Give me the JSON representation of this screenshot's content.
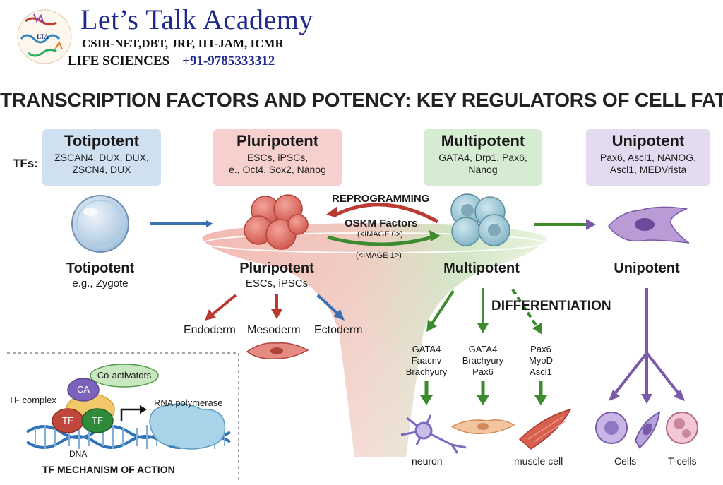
{
  "header": {
    "brand_title": "Let’s Talk Academy",
    "exams": "CSIR-NET,DBT, JRF, IIT-JAM, ICMR",
    "subject": "LIFE SCIENCES",
    "phone": "+91-9785333312",
    "logo_text": "LTA"
  },
  "title": "TRANSCRIPTION FACTORS AND POTENCY: KEY REGULATORS OF CELL FATE",
  "tfs_label": "TFs:",
  "stages": {
    "totipotent": {
      "heading": "Totipotent",
      "tfs": "ZSCAN4, DUX, DUX,\nZSCN4, DUX",
      "name": "Totipotent",
      "example": "e.g., Zygote"
    },
    "pluripotent": {
      "heading": "Pluripotent",
      "tfs": "ESCs, iPSCs,\ne., Oct4, Sox2, Nanog",
      "name": "Pluripotent",
      "example": "ESCs, iPSCs"
    },
    "multipotent": {
      "heading": "Multipotent",
      "tfs": "GATA4, Drp1, Pax6,\nNanog",
      "name": "Multipotent"
    },
    "unipotent": {
      "heading": "Unipotent",
      "tfs": "Pax6, Ascl1, NANOG,\nAscl1, MEDVrista",
      "name": "Unipotent"
    }
  },
  "reprogramming": {
    "label": "REPROGRAMMING",
    "factors": "OSKM Factors",
    "image0": "(<IMAGE 0>)",
    "image1": "(<IMAGE 1>)"
  },
  "germ_layers": [
    "Endoderm",
    "Mesoderm",
    "Ectoderm"
  ],
  "differentiation": {
    "label": "DIFFERENTIATION",
    "tf_groups": [
      "GATA4\nFaacnv\nBrachyury",
      "GATA4\nBrachyury\nPax6",
      "Pax6\nMyoD\nAscl1"
    ],
    "neuron_label": "neuron",
    "muscle_label": "muscle cell"
  },
  "unipotent_outputs": [
    "Cells",
    "T-cells"
  ],
  "mechanism": {
    "coactivators": "Co-activators",
    "ca": "CA",
    "tf_complex": "TF complex",
    "tf": "TF",
    "rna_polymerase": "RNA polymerase",
    "dna": "DNA",
    "title": "TF MECHANISM OF ACTION"
  },
  "colors": {
    "brand_blue": "#1f2a8c",
    "toti_box": "#cfe0f0",
    "pluri_box": "#f6d0cd",
    "multi_box": "#d5ebd2",
    "uni_box": "#e3daf0",
    "arrow_red": "#b83a32",
    "arrow_green": "#3e8a2e",
    "arrow_blue": "#3a6fb0",
    "arrow_purple": "#7a5aa8"
  }
}
